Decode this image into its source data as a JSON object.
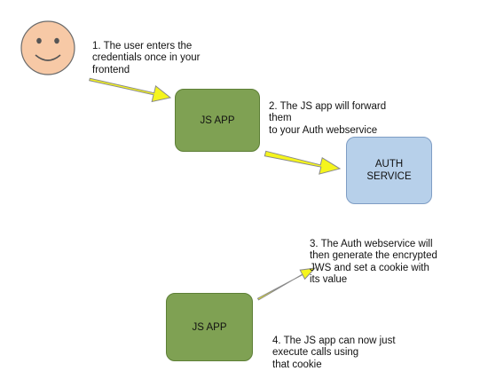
{
  "user_face": {
    "label": "user-smiley",
    "fill": "#f7c9a6",
    "stroke": "#6b6b6b"
  },
  "steps": [
    {
      "text": "1. The user enters the\ncredentials once in your\nfrontend"
    },
    {
      "text": "2. The JS app will forward\nthem\nto your Auth webservice"
    },
    {
      "text": "3. The Auth webservice will\nthen generate the encrypted\nJWS and set a cookie with\nits value"
    },
    {
      "text": "4. The JS app can now just\nexecute calls using\nthat cookie"
    }
  ],
  "boxes": {
    "js_app_top": {
      "label": "JS APP"
    },
    "auth_service": {
      "label": "AUTH\nSERVICE"
    },
    "js_app_bottom": {
      "label": "JS APP"
    }
  },
  "colors": {
    "arrow_fill": "#f5f51c",
    "arrow_stroke": "#8a8a8a",
    "js_app_green": "#7fa153",
    "auth_blue": "#b7d0ea"
  }
}
